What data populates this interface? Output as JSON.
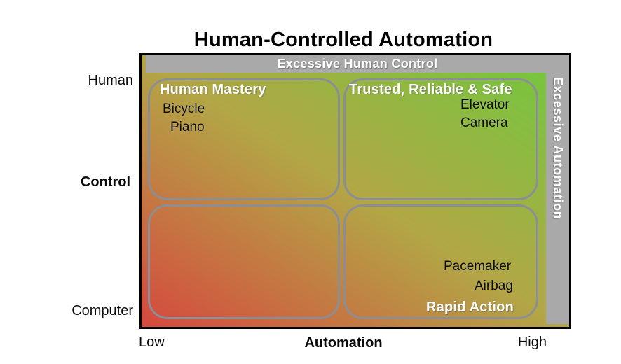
{
  "title": "Human-Controlled Automation",
  "overlays": {
    "top_bar": "Excessive Human Control",
    "right_bar": "Excessive Automation"
  },
  "quadrants": {
    "top_left": {
      "title": "Human Mastery",
      "items": [
        "Bicycle",
        "Piano"
      ]
    },
    "top_right": {
      "title": "Trusted, Reliable & Safe",
      "items": [
        "Elevator",
        "Camera"
      ]
    },
    "bottom_left": {
      "title": "",
      "items": []
    },
    "bottom_right": {
      "title": "Rapid Action",
      "items": [
        "Pacemaker",
        "Airbag"
      ]
    }
  },
  "axes": {
    "y_top": "Human",
    "y_label": "Control",
    "y_bottom": "Computer",
    "x_left": "Low",
    "x_label": "Automation",
    "x_right": "High"
  },
  "colors": {
    "gradient_low_automation_low_control": "#d6493f",
    "gradient_mid": "#b2a746",
    "gradient_high_automation_high_control": "#6fc93d",
    "overlay_bar_gray": "#a9a9a9",
    "quadrant_border_gray": "#8b8e96",
    "frame_border": "#000000",
    "quadrant_title_text": "#ffffff",
    "item_text": "#0a0a0a"
  }
}
